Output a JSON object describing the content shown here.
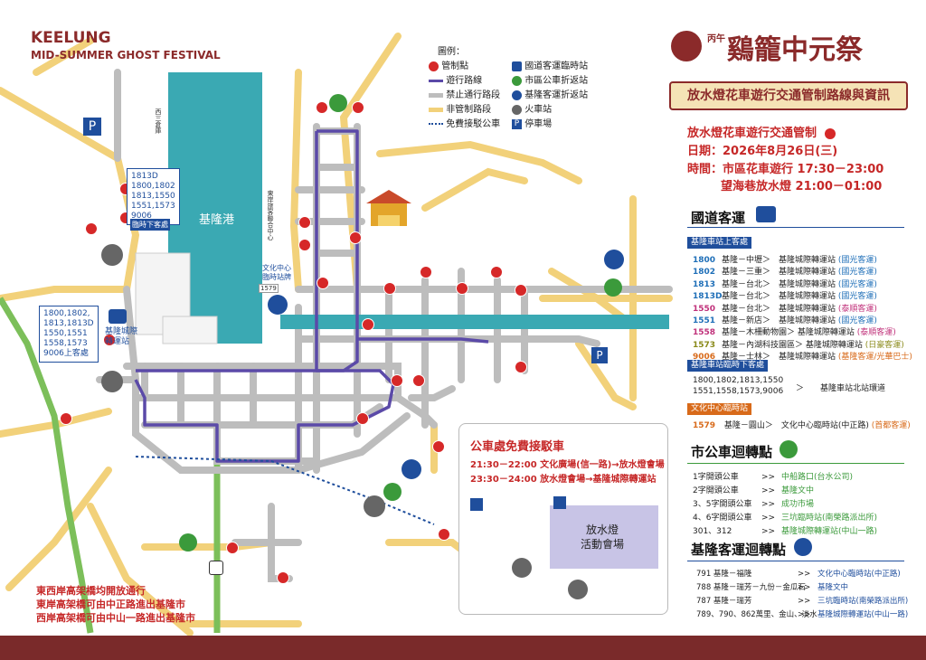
{
  "header": {
    "title_en_line1": "KEELUNG",
    "title_en_line2": "MID-SUMMER GHOST FESTIVAL",
    "title_cn_small": "丙午",
    "title_cn": "鷄籠中元祭",
    "banner": "放水燈花車遊行交通管制路線與資訊"
  },
  "legend": {
    "title": "圖例：",
    "items_left": [
      "管制點",
      "遊行路線",
      "禁止通行路段",
      "非管制路段",
      "免費接駁公車"
    ],
    "items_right": [
      "國道客運臨時站",
      "市區公車折返站",
      "基隆客運折返站",
      "火車站",
      "停車場"
    ]
  },
  "control": {
    "title": "放水燈花車遊行交通管制",
    "date": "日期：2026年8月26日(三)",
    "time1": "時間：市區花車遊行 17:30－23:00",
    "time2": "望海巷放水燈 21:00－01:00"
  },
  "intercity": {
    "section_title": "國道客運",
    "sub1": "基隆車站上客處",
    "routes": [
      {
        "no": "1800",
        "route": "基隆－中壢＞　基隆城際轉運站",
        "op": "(國光客運)",
        "color": "#1f6fb8"
      },
      {
        "no": "1802",
        "route": "基隆－三重＞　基隆城際轉運站",
        "op": "(國光客運)",
        "color": "#1f6fb8"
      },
      {
        "no": "1813",
        "route": "基隆－台北＞　基隆城際轉運站",
        "op": "(國光客運)",
        "color": "#1f6fb8"
      },
      {
        "no": "1813D",
        "route": "基隆－台北＞　基隆城際轉運站",
        "op": "(國光客運)",
        "color": "#1f6fb8"
      },
      {
        "no": "1550",
        "route": "基隆－台北＞　基隆城際轉運站",
        "op": "(泰順客運)",
        "color": "#c0307a"
      },
      {
        "no": "1551",
        "route": "基隆－新店＞　基隆城際轉運站",
        "op": "(國光客運)",
        "color": "#1f6fb8"
      },
      {
        "no": "1558",
        "route": "基隆－木柵動物園＞ 基隆城際轉運站",
        "op": "(泰順客運)",
        "color": "#c0307a"
      },
      {
        "no": "1573",
        "route": "基隆－內湖科技園區＞ 基隆城際轉運站",
        "op": "(日豪客運)",
        "color": "#8a8a1a"
      },
      {
        "no": "9006",
        "route": "基隆－士林＞　基隆城際轉運站",
        "op": "(基隆客運/光華巴士)",
        "color": "#d86a1a"
      }
    ],
    "sub2": "基隆車站臨時下客處",
    "drop_routes_1": "1800,1802,1813,1550",
    "drop_routes_2": "1551,1558,1573,9006",
    "drop_dest": "＞　　基隆車站北站環道",
    "sub3": "文化中心臨時站",
    "c_no": "1579",
    "c_route": "基隆－圓山＞　文化中心臨時站(中正路)",
    "c_op": "(首都客運)"
  },
  "city_bus": {
    "section_title": "市公車迴轉點",
    "rows": [
      {
        "a": "1字開頭公車",
        "b": ">>",
        "c": "中船路口(台水公司)"
      },
      {
        "a": "2字開頭公車",
        "b": ">>",
        "c": "基隆文中"
      },
      {
        "a": "3、5字開頭公車",
        "b": ">>",
        "c": "成功市場"
      },
      {
        "a": "4、6字開頭公車",
        "b": ">>",
        "c": "三坑臨時站(南榮路派出所)"
      },
      {
        "a": "301、312",
        "b": ">>",
        "c": "基隆城際轉運站(中山一路)"
      }
    ]
  },
  "keelung_bus": {
    "section_title": "基隆客運迴轉點",
    "rows": [
      {
        "a": "791 基隆－福隆",
        "b": ">>",
        "c": "文化中心臨時站(中正路)"
      },
      {
        "a": "788 基隆－瑞芳－九份－金瓜石",
        "b": ">>",
        "c": "基隆文中"
      },
      {
        "a": "787 基隆－瑞芳",
        "b": ">>",
        "c": "三坑臨時站(南榮路派出所)"
      },
      {
        "a": "789、790、862萬里、金山、淡水",
        "b": ">>",
        "c": "基隆城際轉運站(中山一路)"
      }
    ]
  },
  "shuttle": {
    "title": "公車處免費接駁車",
    "line1": "21:30－22:00 文化廣場(信一路)→放水燈會場",
    "line2": "23:30－24:00 放水燈會場→基隆城際轉運站",
    "venue1": "放水燈",
    "venue2": "活動會場"
  },
  "map_labels": {
    "harbor": "基隆港",
    "stop_box_top": "1813D\n1800,1802\n1813,1550\n1551,1573\n9006",
    "stop_box_top_label": "臨時下客處",
    "stop_box_left": "1800,1802,\n1813,1813D\n1550,1551\n1558,1573\n9006上客處",
    "transfer_station": "基隆城際\n轉運站",
    "culture_center": "文化中心\n臨時站牌",
    "route_1579": "1579",
    "road_west3": "西三倉庫",
    "road_east": "東岸旅客聯合中心"
  },
  "bottom_notes": [
    "東西岸高架橋均開放通行",
    "東岸高架橋可由中正路進出基隆市",
    "西岸高架橋可由中山一路進出基隆市"
  ],
  "colors": {
    "brand": "#8b2a2a",
    "road": "#f2d17a",
    "closed": "#bdbdbd",
    "parade": "#5b4aa8",
    "water": "#3aa9b3",
    "control": "#d62828",
    "bus": "#1f4e9c",
    "green": "#3b9a3b"
  }
}
